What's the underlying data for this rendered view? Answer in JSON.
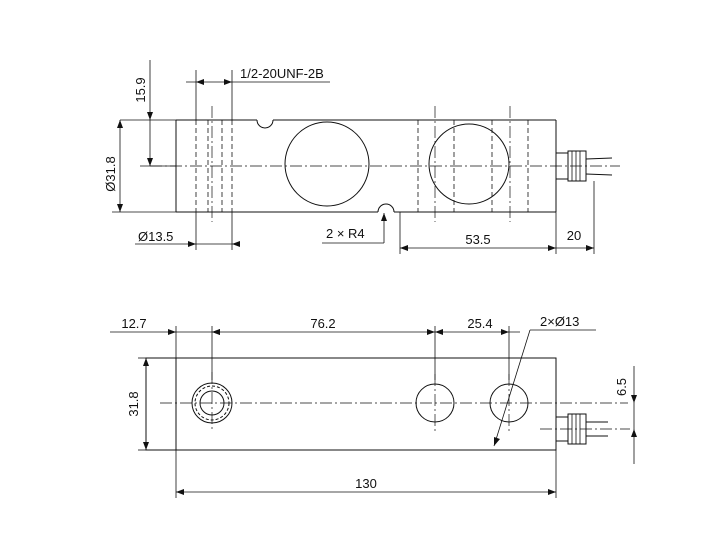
{
  "diagram": {
    "side_view": {
      "thread_label": "1/2-20UNF-2B",
      "dim_height_top": "15.9",
      "dim_diameter": "Ø31.8",
      "dim_hole_diameter": "Ø13.5",
      "notch_label": "2 × R4",
      "dim_length": "53.5",
      "dim_end": "20"
    },
    "top_view": {
      "dim_offset": "12.7",
      "dim_span": "76.2",
      "dim_pitch": "25.4",
      "holes_label": "2×Ø13",
      "dim_height": "31.8",
      "dim_cable_offset": "6.5",
      "dim_total_length": "130"
    }
  }
}
